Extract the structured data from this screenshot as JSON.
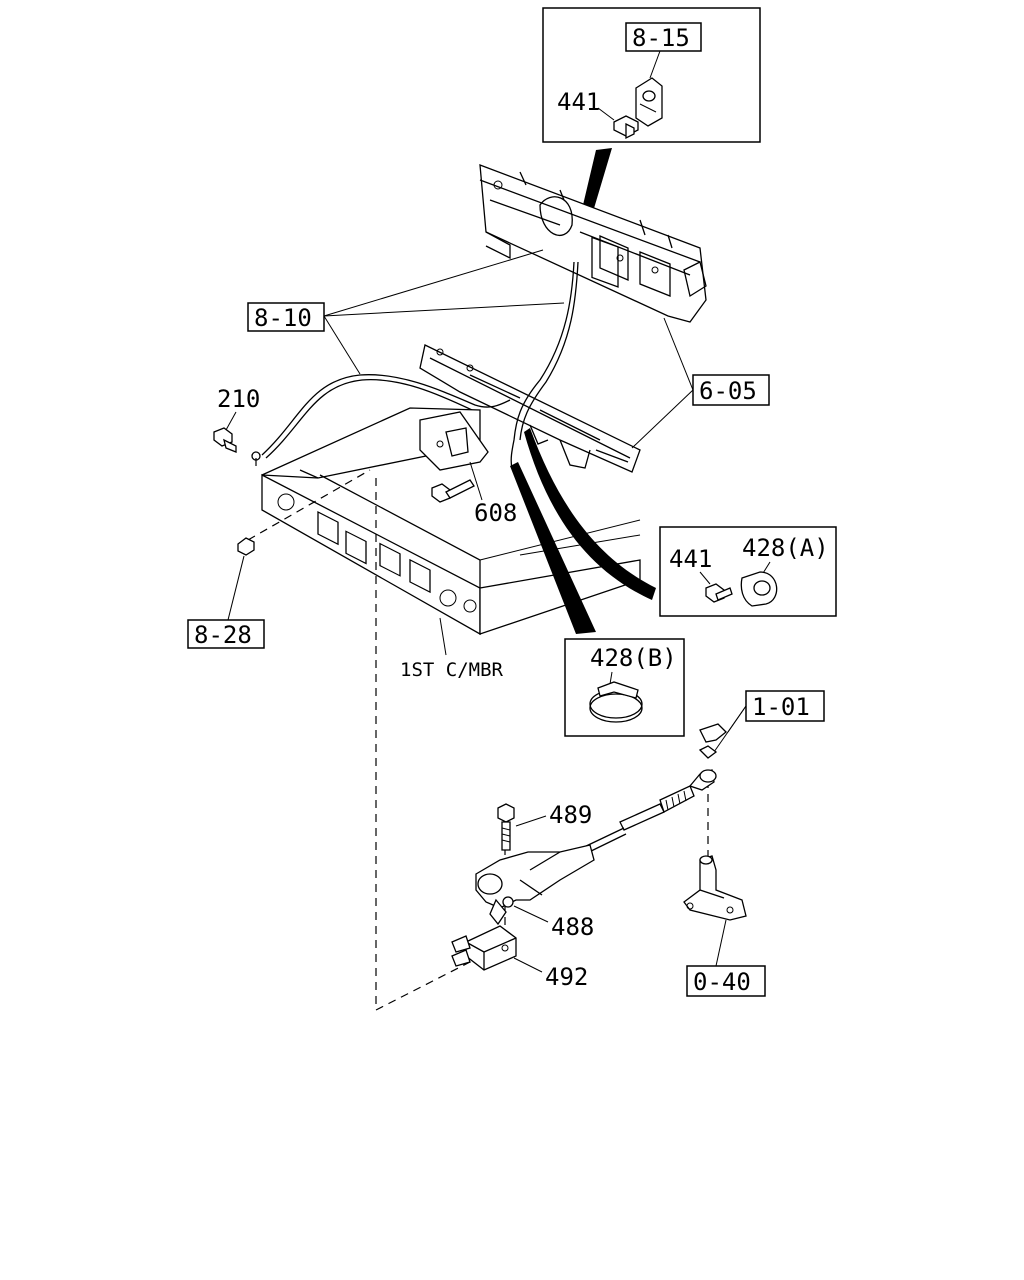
{
  "labels": {
    "ref_8_15": "8-15",
    "part_441_top": "441",
    "ref_8_10": "8-10",
    "part_210": "210",
    "ref_6_05": "6-05",
    "part_608": "608",
    "part_441_mid": "441",
    "part_428a": "428(A)",
    "ref_8_28": "8-28",
    "part_428b": "428(B)",
    "member_note": "1ST C/MBR",
    "ref_1_01": "1-01",
    "part_489": "489",
    "part_488": "488",
    "part_492": "492",
    "ref_0_40": "0-40"
  }
}
